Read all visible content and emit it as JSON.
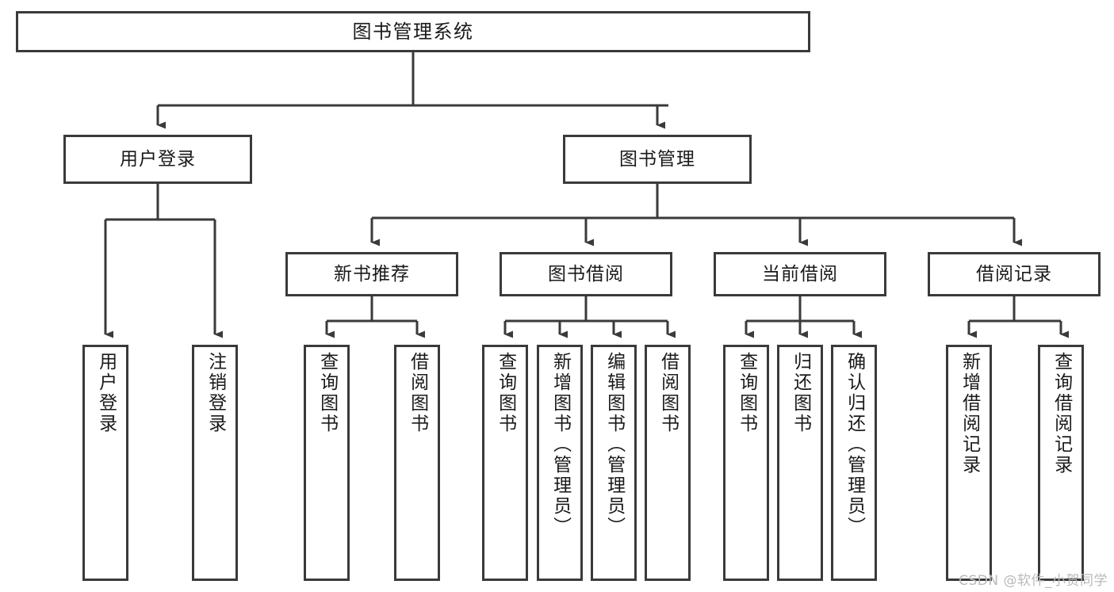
{
  "diagram": {
    "title": "图书管理系统",
    "type": "tree",
    "colors": {
      "stroke": "#3a3a3a",
      "fill": "#ffffff",
      "text": "#1a1a1a",
      "watermark": "#b9b9b9"
    },
    "nodes": {
      "root": {
        "label": "图书管理系统"
      },
      "tier2": [
        {
          "label": "用户登录"
        },
        {
          "label": "图书管理"
        }
      ],
      "tier3": [
        {
          "label": "新书推荐"
        },
        {
          "label": "图书借阅"
        },
        {
          "label": "当前借阅"
        },
        {
          "label": "借阅记录"
        }
      ],
      "leaves": {
        "user_login": [
          {
            "label": "用户登录"
          },
          {
            "label": "注销登录"
          }
        ],
        "new_book": [
          {
            "label": "查询图书"
          },
          {
            "label": "借阅图书"
          }
        ],
        "book_borrow": [
          {
            "label": "查询图书"
          },
          {
            "label": "新增图书（管理员）"
          },
          {
            "label": "编辑图书（管理员）"
          },
          {
            "label": "借阅图书"
          }
        ],
        "current_borrow": [
          {
            "label": "查询图书"
          },
          {
            "label": "归还图书"
          },
          {
            "label": "确认归还（管理员）"
          }
        ],
        "borrow_record": [
          {
            "label": "新增借阅记录"
          },
          {
            "label": "查询借阅记录"
          }
        ]
      }
    },
    "watermark": "CSDN @软件_小贺同学"
  }
}
